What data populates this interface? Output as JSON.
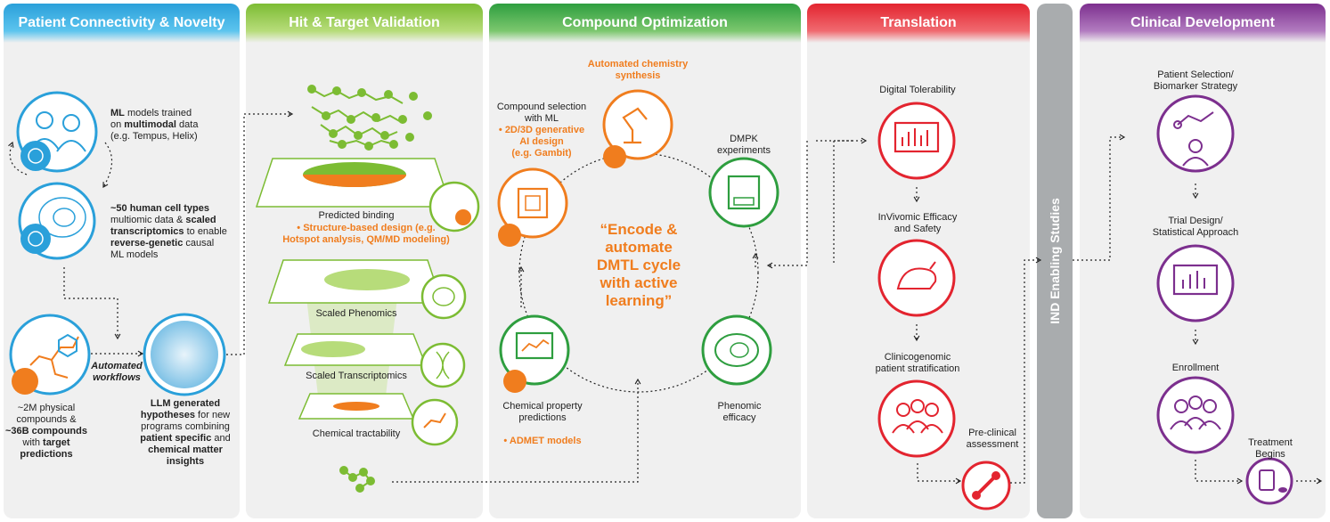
{
  "headers": {
    "patient": "Patient Connectivity & Novelty",
    "hit": "Hit & Target Validation",
    "compound": "Compound Optimization",
    "translation": "Translation",
    "ind": "IND Enabling Studies",
    "clinical": "Clinical Development"
  },
  "patient": {
    "ml_a": "ML",
    "ml_b": " models trained",
    "ml_c": "on ",
    "ml_d": "multimodal",
    "ml_e": " data",
    "ml_f": "(e.g. Tempus, Helix)",
    "cell_a": "~50 human cell types",
    "cell_b": "multiomic data & ",
    "cell_c": "scaled",
    "cell_d": "transcriptomics",
    "cell_e": " to enable",
    "cell_f": "reverse-genetic",
    "cell_g": " causal",
    "cell_h": "ML models",
    "auto_a": "Automated",
    "auto_b": "workflows",
    "comp_a": "~2M physical",
    "comp_b": "compounds &",
    "comp_c": "~36B compounds",
    "comp_d": "with ",
    "comp_e": "target",
    "comp_f": "predictions",
    "llm_a": "LLM generated",
    "llm_b": "hypotheses",
    "llm_c": " for new",
    "llm_d": "programs combining",
    "llm_e": "patient specific",
    "llm_f": " and",
    "llm_g": "chemical matter",
    "llm_h": "insights"
  },
  "hit": {
    "binding": "Predicted binding",
    "sbd_a": "• Structure-based design (e.g.",
    "sbd_b": "Hotspot analysis, QM/MD modeling)",
    "phenomics": "Scaled Phenomics",
    "transcriptomics": "Scaled Transcriptomics",
    "tractability": "Chemical tractability"
  },
  "compound": {
    "auto_chem_a": "Automated chemistry",
    "auto_chem_b": "synthesis",
    "sel_a": "Compound selection",
    "sel_b": "with ML",
    "sel_c": "• 2D/3D generative",
    "sel_d": "AI design",
    "sel_e": "(e.g. Gambit)",
    "dmpk_a": "DMPK",
    "dmpk_b": "experiments",
    "center_a": "“Encode &",
    "center_b": "automate",
    "center_c": "DMTL cycle",
    "center_d": "with active",
    "center_e": "learning”",
    "chem_a": "Chemical property",
    "chem_b": "predictions",
    "chem_c": "• ADMET models",
    "pheno_a": "Phenomic",
    "pheno_b": "efficacy"
  },
  "translation": {
    "tol": "Digital Tolerability",
    "inv_a": "InVivomic Efficacy",
    "inv_b": "and Safety",
    "clin_a": "Clinicogenomic",
    "clin_b": "patient stratification",
    "pre_a": "Pre-clinical",
    "pre_b": "assessment"
  },
  "clinical": {
    "sel_a": "Patient Selection/",
    "sel_b": "Biomarker Strategy",
    "trial_a": "Trial Design/",
    "trial_b": "Statistical Approach",
    "enroll": "Enrollment",
    "treat_a": "Treatment",
    "treat_b": "Begins"
  },
  "colors": {
    "blue": "#2aa0da",
    "lime": "#7cbc33",
    "green": "#2e9e3f",
    "orange": "#f07d1e",
    "red": "#e3242f",
    "purple": "#7c2f8e",
    "grey": "#a9acae"
  }
}
